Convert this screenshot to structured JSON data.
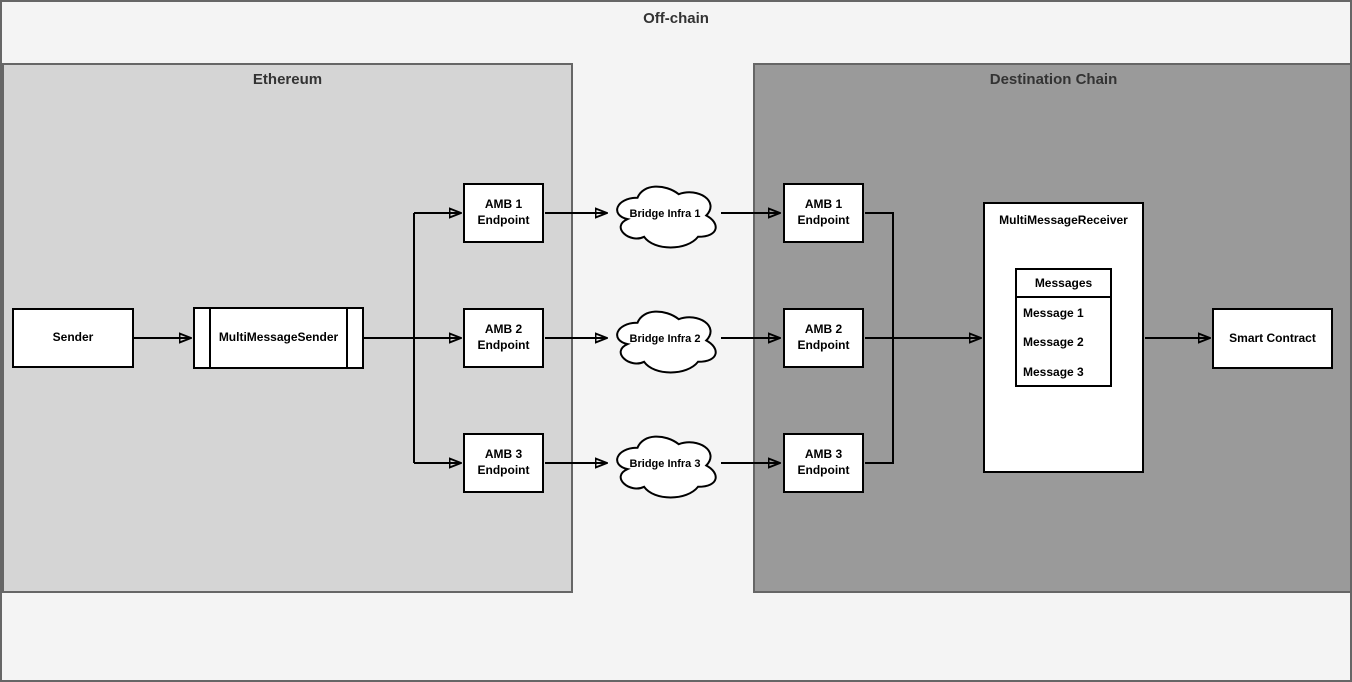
{
  "diagram": {
    "title": "Off-chain",
    "ethereum": {
      "label": "Ethereum",
      "sender": {
        "label": "Sender"
      },
      "multi_message_sender": {
        "label": "MultiMessageSender"
      },
      "endpoints": [
        {
          "label": "AMB 1\nEndpoint"
        },
        {
          "label": "AMB 2\nEndpoint"
        },
        {
          "label": "AMB 3\nEndpoint"
        }
      ]
    },
    "offchain_clouds": [
      {
        "label": "Bridge Infra 1"
      },
      {
        "label": "Bridge Infra 2"
      },
      {
        "label": "Bridge Infra 3"
      }
    ],
    "destination": {
      "label": "Destination Chain",
      "endpoints": [
        {
          "label": "AMB 1\nEndpoint"
        },
        {
          "label": "AMB 2\nEndpoint"
        },
        {
          "label": "AMB 3\nEndpoint"
        }
      ],
      "multi_message_receiver": {
        "label": "MultiMessageReceiver",
        "messages_header": "Messages",
        "messages": [
          "Message 1",
          "Message 2",
          "Message 3"
        ]
      },
      "smart_contract": {
        "label": "Smart Contract"
      }
    }
  },
  "colors": {
    "offchain_fill": "#f4f4f4",
    "ethereum_fill": "#d5d5d5",
    "destination_fill": "#9a9a9a",
    "container_border": "#666666",
    "node_fill": "#ffffff",
    "node_border": "#000000",
    "connector": "#000000",
    "title_text": "#333333"
  }
}
